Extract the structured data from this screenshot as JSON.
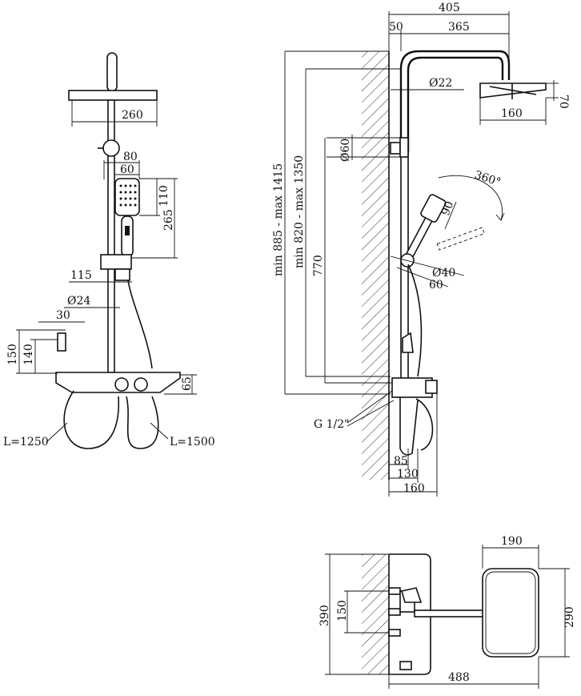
{
  "front_view": {
    "d_260": "260",
    "d_80": "80",
    "d_60": "60",
    "d_110": "110",
    "d_265": "265",
    "d_115": "115",
    "d_o24": "Ø24",
    "d_30": "30",
    "d_150": "150",
    "d_140": "140",
    "d_65": "65",
    "hose_l1": "L=1250",
    "hose_l2": "L=1500"
  },
  "side_view": {
    "d_405": "405",
    "d_50": "50",
    "d_365": "365",
    "d_o22": "Ø22",
    "d_70": "70",
    "d_160_head": "160",
    "d_o60": "Ø60",
    "d_360": "360°",
    "d_90": "90",
    "d_770": "770",
    "d_o40": "Ø40",
    "d_60": "60",
    "range_outer": "min 885 - max 1415",
    "range_inner": "min 820 - max 1350",
    "thread": "G 1/2\"",
    "d_85": "85",
    "d_130": "130",
    "d_160_bottom": "160"
  },
  "top_view": {
    "d_190": "190",
    "d_390": "390",
    "d_150": "150",
    "d_290": "290",
    "d_488": "488"
  }
}
